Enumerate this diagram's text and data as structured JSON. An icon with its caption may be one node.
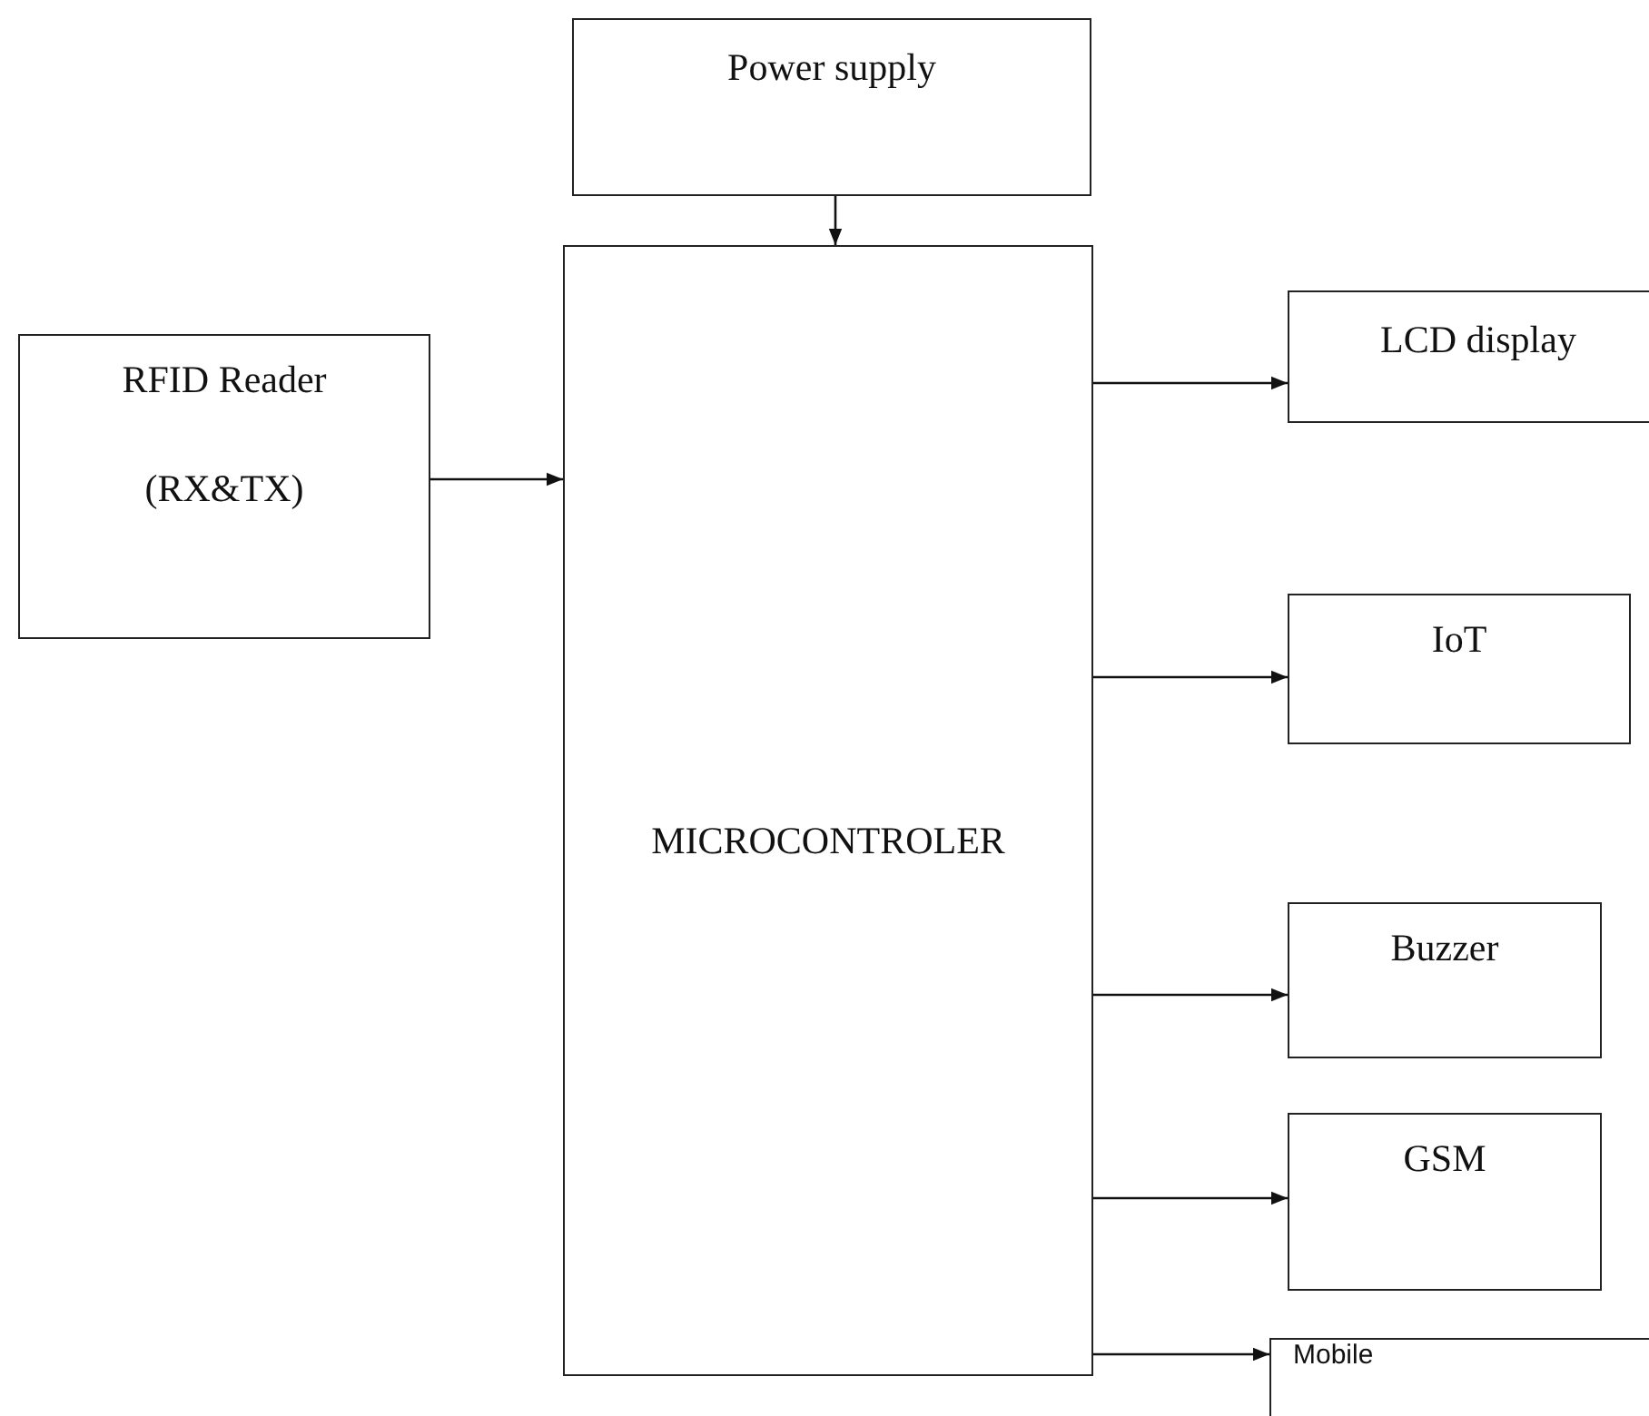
{
  "diagram": {
    "nodes": [
      {
        "text": [
          "Power supply"
        ]
      },
      {
        "text": [
          "RFID Reader",
          "(RX&TX)"
        ]
      },
      {
        "text": [
          "MICROCONTROLER"
        ]
      },
      {
        "text": [
          "LCD display"
        ]
      },
      {
        "text": [
          "IoT"
        ]
      },
      {
        "text": [
          "Buzzer"
        ]
      },
      {
        "text": [
          "GSM"
        ]
      },
      {
        "text": [
          "Mobile"
        ]
      }
    ],
    "edges": [
      {
        "from": 0,
        "to": 2,
        "arrow": "to"
      },
      {
        "from": 1,
        "to": 2,
        "arrow": "to"
      },
      {
        "from": 2,
        "to": 3,
        "arrow": "to"
      },
      {
        "from": 2,
        "to": 4,
        "arrow": "to"
      },
      {
        "from": 2,
        "to": 5,
        "arrow": "to"
      },
      {
        "from": 2,
        "to": 6,
        "arrow": "to"
      },
      {
        "from": 2,
        "to": 7,
        "arrow": "to"
      }
    ]
  }
}
